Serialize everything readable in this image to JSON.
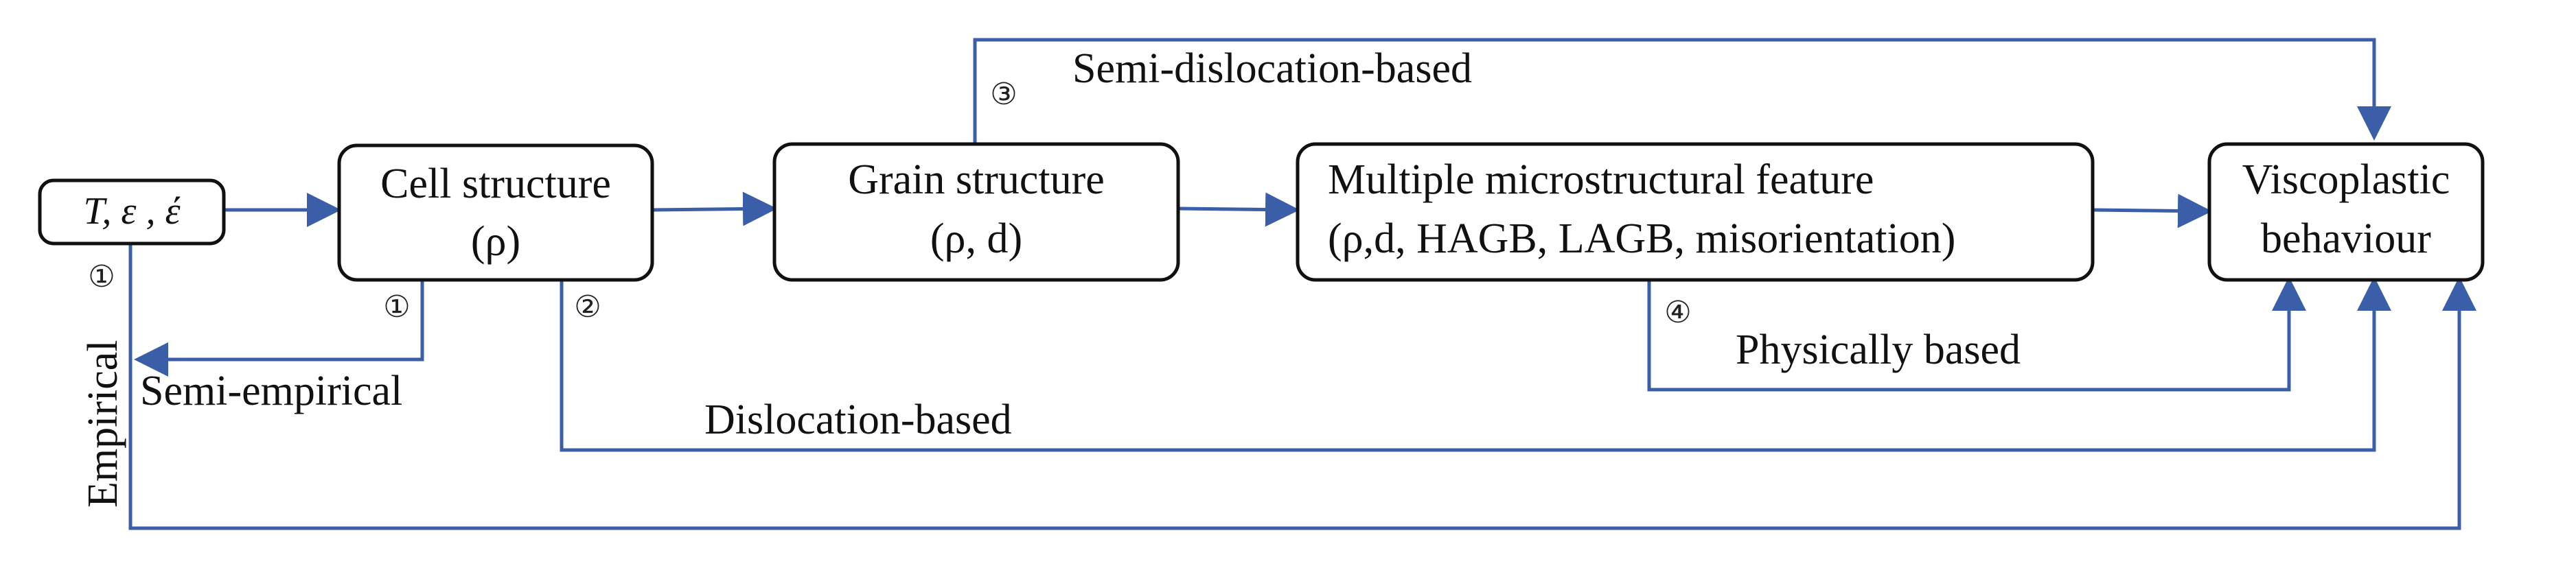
{
  "colors": {
    "edge": "#3b5ea8",
    "box_border": "#111111",
    "text": "#111111"
  },
  "nodes": {
    "input": {
      "label": "T, ε , έ"
    },
    "cell": {
      "line1": "Cell structure",
      "line2": "(ρ)"
    },
    "grain": {
      "line1": "Grain structure",
      "line2": "(ρ, d)"
    },
    "multi": {
      "line1": "Multiple microstructural feature",
      "line2": "(ρ,d, HAGB, LAGB, misorientation)"
    },
    "visco": {
      "line1": "Viscoplastic",
      "line2": "behaviour"
    }
  },
  "edges": {
    "empirical": {
      "marker": "①",
      "label": "Empirical"
    },
    "semi_empirical": {
      "marker": "①",
      "label": "Semi-empirical"
    },
    "dislocation": {
      "marker": "②",
      "label": "Dislocation-based"
    },
    "semi_dislocation": {
      "marker": "③",
      "label": "Semi-dislocation-based"
    },
    "physically": {
      "marker": "④",
      "label": "Physically based"
    }
  }
}
